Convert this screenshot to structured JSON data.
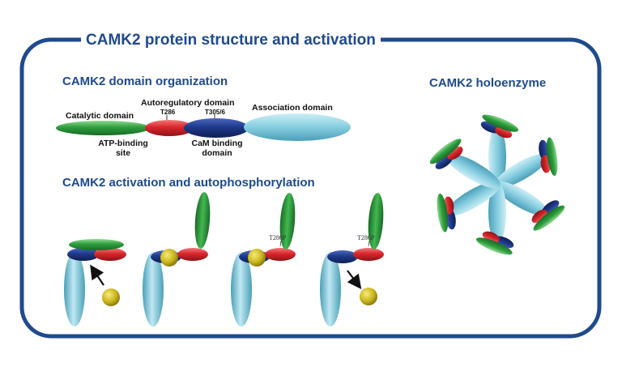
{
  "title": "CAMK2 protein structure and activation",
  "domain_organization": {
    "heading": "CAMK2 domain organization",
    "labels": {
      "catalytic": "Catalytic domain",
      "autoregulatory": "Autoregulatory domain",
      "t286": "T286",
      "t305": "T305/6",
      "association": "Association domain",
      "atp_line1": "ATP-binding",
      "atp_line2": "site",
      "cam_line1": "CaM binding",
      "cam_line2": "domain"
    }
  },
  "activation": {
    "heading": "CAMK2 activation and autophosphorylation",
    "tags": [
      "T286P",
      "T286P"
    ]
  },
  "holoenzyme": {
    "heading": "CAMK2 holoenzyme"
  },
  "colors": {
    "frame": "#1e4a8e",
    "catalytic": "#2e9e3e",
    "autoregulatory": "#d9262b",
    "cam_binding": "#1f3a8a",
    "association": "#7fc8dc",
    "calmodulin": "#c8b41a"
  }
}
